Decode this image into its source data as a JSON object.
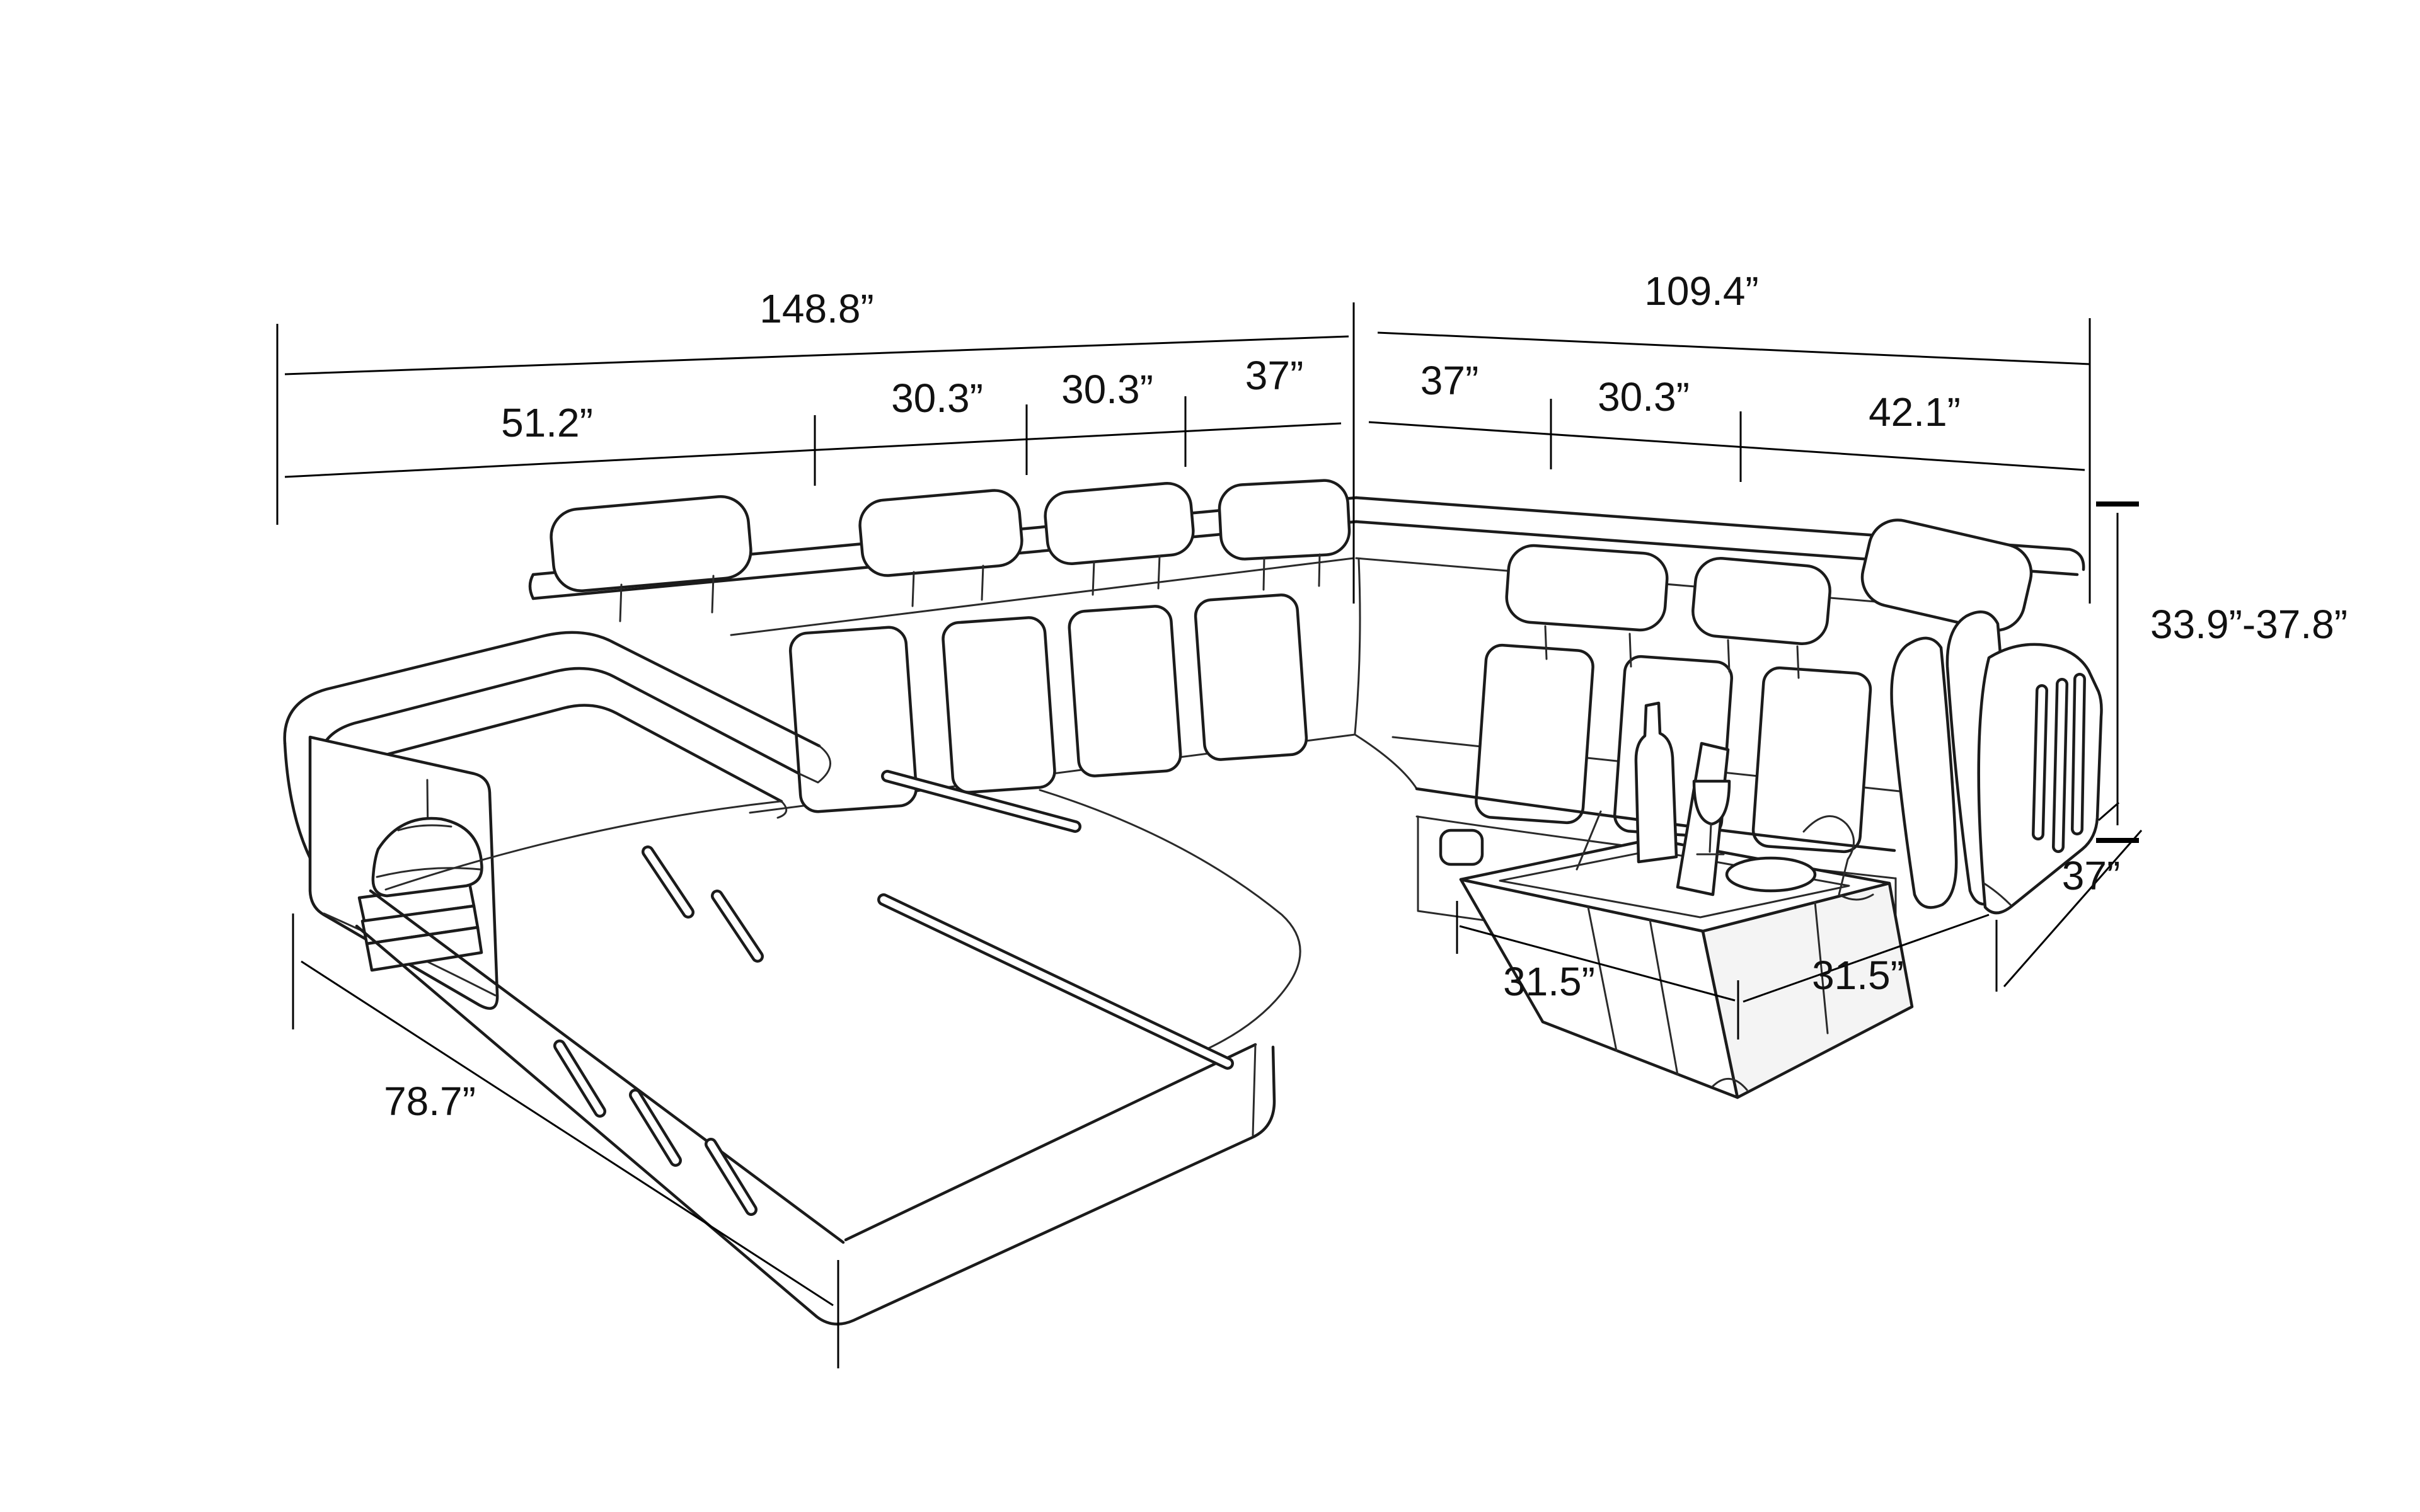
{
  "diagram": {
    "type": "furniture-dimension-diagram",
    "subject": "U-shaped modular sectional sofa with chaise, storage arm, tray-table ottoman and pouf",
    "units": "inches",
    "background_color": "#ffffff",
    "line_color": "#1b1b1b",
    "dims": {
      "left_total": "148.8”",
      "left_segments": [
        "51.2”",
        "30.3”",
        "30.3”",
        "37”"
      ],
      "right_total": "109.4”",
      "right_segments": [
        "37”",
        "30.3”",
        "42.1”"
      ],
      "height_range": "33.9”-37.8”",
      "pouf_depth": "37”",
      "table_front_width": "31.5”",
      "table_side_depth": "31.5”",
      "chaise_length": "78.7”"
    }
  }
}
